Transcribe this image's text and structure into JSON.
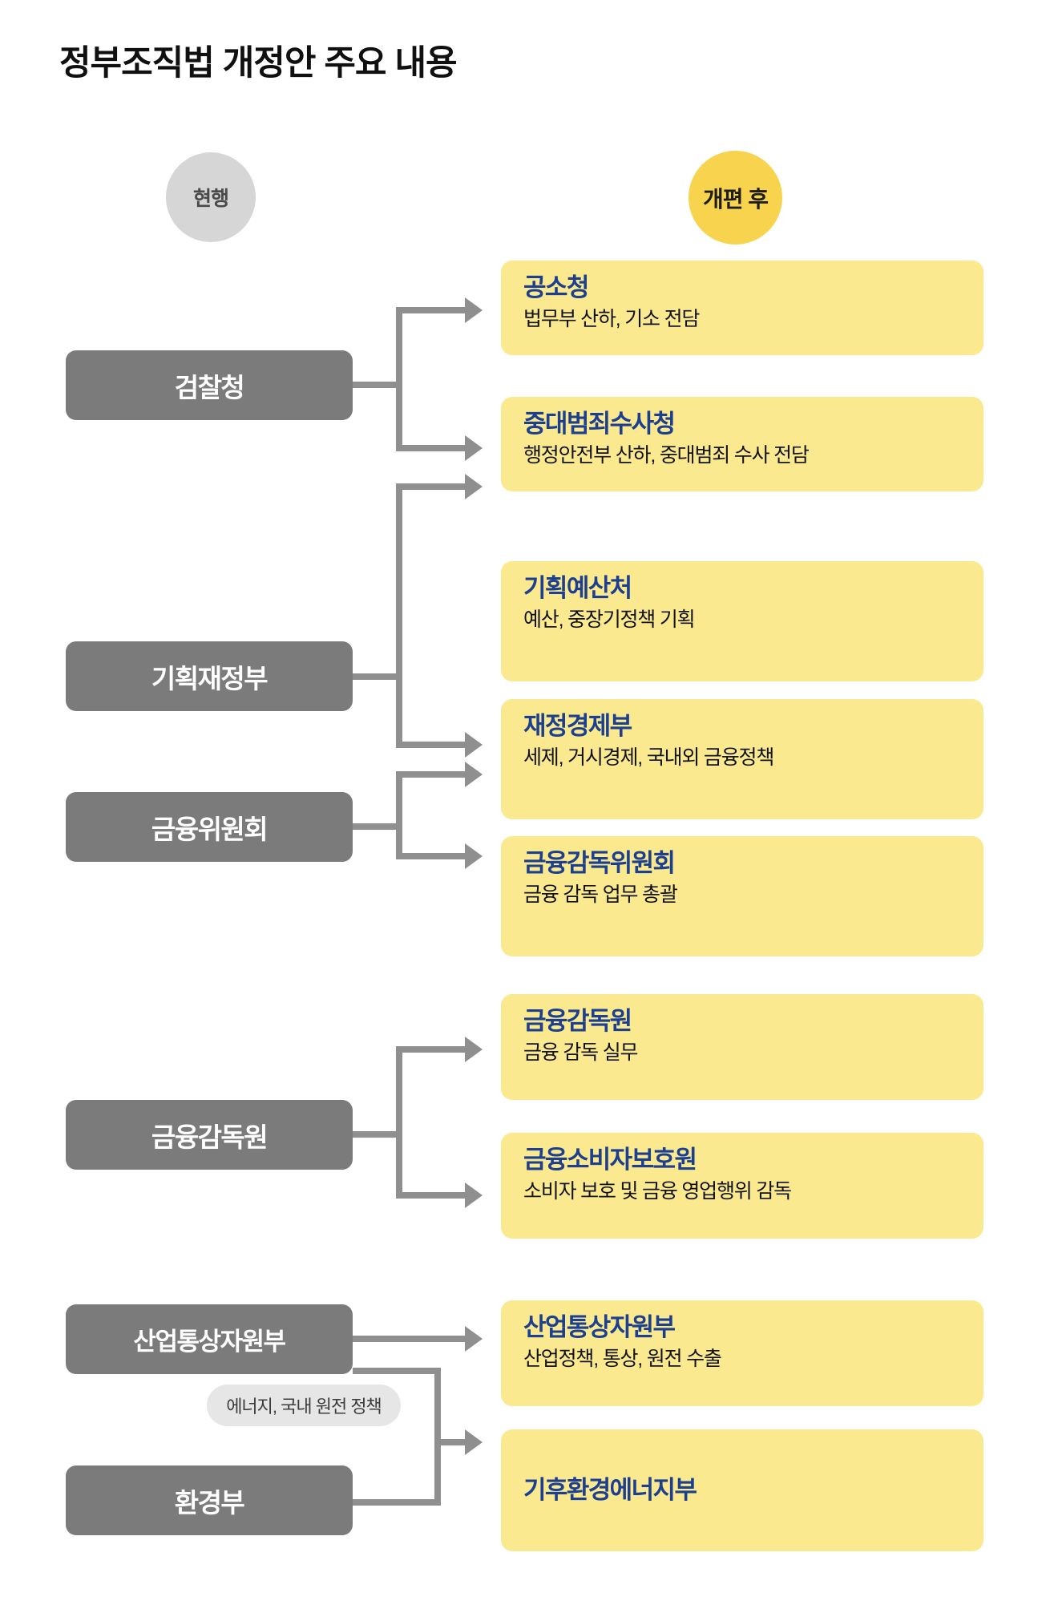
{
  "page": {
    "title": "정부조직법 개정안 주요 내용",
    "colors": {
      "gray_box": "#7b7b7b",
      "yellow_card": "#fae98f",
      "card_title_blue": "#1c3f8f",
      "legend_after_yellow": "#f8d34e",
      "legend_current_gray": "#d6d6d6",
      "connector_gray": "#8f8f8f",
      "pill_note_gray": "#e6e6e6",
      "background": "#ffffff"
    }
  },
  "legend": {
    "current_label": "현행",
    "after_label": "개편 후"
  },
  "groups": [
    {
      "id": "prosecution",
      "sources": [
        {
          "label": "검찰청"
        }
      ],
      "targets": [
        {
          "title": "공소청",
          "desc": "법무부 산하, 기소 전담"
        },
        {
          "title": "중대범죄수사청",
          "desc": "행정안전부 산하, 중대범죄 수사 전담"
        }
      ]
    },
    {
      "id": "finance",
      "sources": [
        {
          "label": "기획재정부"
        },
        {
          "label": "금융위원회"
        }
      ],
      "targets": [
        {
          "title": "기획예산처",
          "desc": "예산, 중장기정책 기획"
        },
        {
          "title": "재정경제부",
          "desc": "세제, 거시경제, 국내외 금융정책"
        },
        {
          "title": "금융감독위원회",
          "desc": "금융 감독 업무 총괄"
        }
      ]
    },
    {
      "id": "fss",
      "sources": [
        {
          "label": "금융감독원"
        }
      ],
      "targets": [
        {
          "title": "금융감독원",
          "desc": "금융 감독 실무"
        },
        {
          "title": "금융소비자보호원",
          "desc": "소비자 보호 및 금융 영업행위 감독"
        }
      ]
    },
    {
      "id": "industry",
      "sources": [
        {
          "label": "산업통상자원부"
        },
        {
          "label": "환경부"
        }
      ],
      "targets": [
        {
          "title": "산업통상자원부",
          "desc": "산업정책, 통상, 원전 수출"
        },
        {
          "title": "기후환경에너지부",
          "desc": ""
        }
      ],
      "note": "에너지, 국내 원전 정책"
    }
  ]
}
